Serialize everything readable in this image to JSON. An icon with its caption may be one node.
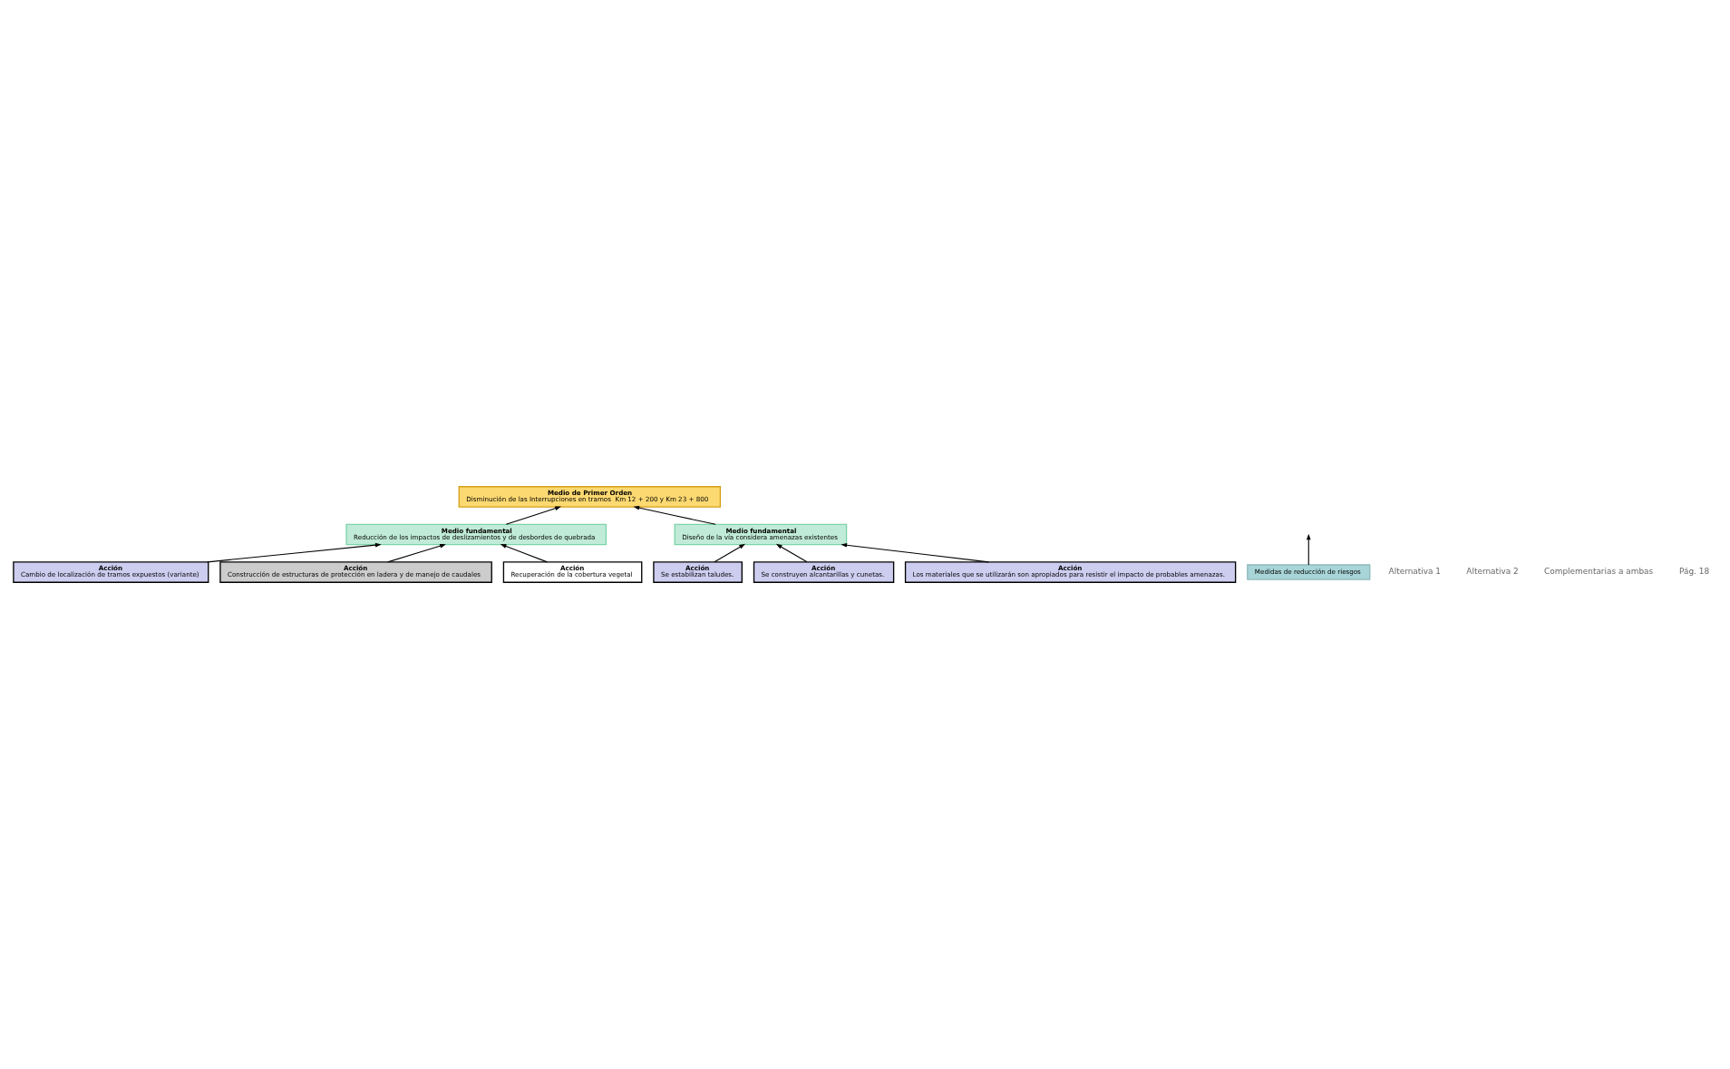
{
  "diagram": {
    "nodes": [
      {
        "text": [
          "Medio de Primer Orden",
          "Disminución de las Interrupciones en tramos  Km 12 + 200 y Km 23 + 800"
        ]
      },
      {
        "text": [
          "Medio fundamental",
          "Reducción de los impactos de deslizamientos y de desbordes de quebrada"
        ]
      },
      {
        "text": [
          "Medio fundamental",
          "Diseño de la vía considera amenazas existentes"
        ]
      },
      {
        "text": [
          "Acción",
          "Cambio de localización de tramos expuestos (variante)"
        ]
      },
      {
        "text": [
          "Acción",
          "Construcción de estructuras de protección en ladera y de manejo de caudales"
        ]
      },
      {
        "text": [
          "Acción",
          "Recuperación de la cobertura vegetal"
        ]
      },
      {
        "text": [
          "Acción",
          "Se estabilizan taludes."
        ]
      },
      {
        "text": [
          "Acción",
          "Se construyen alcantarillas y cunetas."
        ]
      },
      {
        "text": [
          "Acción",
          "Los materiales que se utilizarán son apropiados para resistir el impacto de probables amenazas."
        ]
      },
      {
        "text": [
          "Medidas de reducción de riesgos"
        ]
      }
    ],
    "edges": [
      {
        "from": 1,
        "to": 0,
        "arrow": "to"
      },
      {
        "from": 2,
        "to": 0,
        "arrow": "to"
      },
      {
        "from": 3,
        "to": 1,
        "arrow": "to"
      },
      {
        "from": 4,
        "to": 1,
        "arrow": "to"
      },
      {
        "from": 5,
        "to": 1,
        "arrow": "to"
      },
      {
        "from": 6,
        "to": 2,
        "arrow": "to"
      },
      {
        "from": 7,
        "to": 2,
        "arrow": "to"
      },
      {
        "from": 8,
        "to": 2,
        "arrow": "to"
      },
      {
        "from": 9,
        "to": null,
        "arrow": "to"
      }
    ],
    "labels": [
      "Alternativa 1",
      "Alternativa 2",
      "Complementarias a ambas",
      "Pág. 18"
    ]
  }
}
